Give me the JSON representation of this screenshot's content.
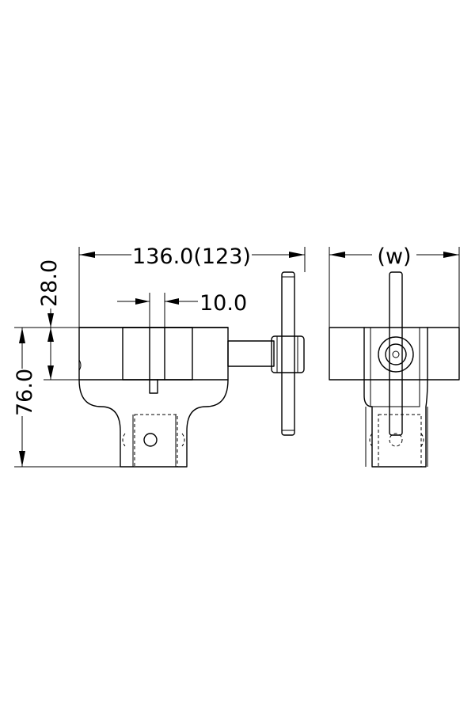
{
  "dimensions": {
    "overall_width": "136.0(123)",
    "slot_width": "10.0",
    "jaw_height": "28.0",
    "total_height": "76.0",
    "side_width": "(w)"
  }
}
